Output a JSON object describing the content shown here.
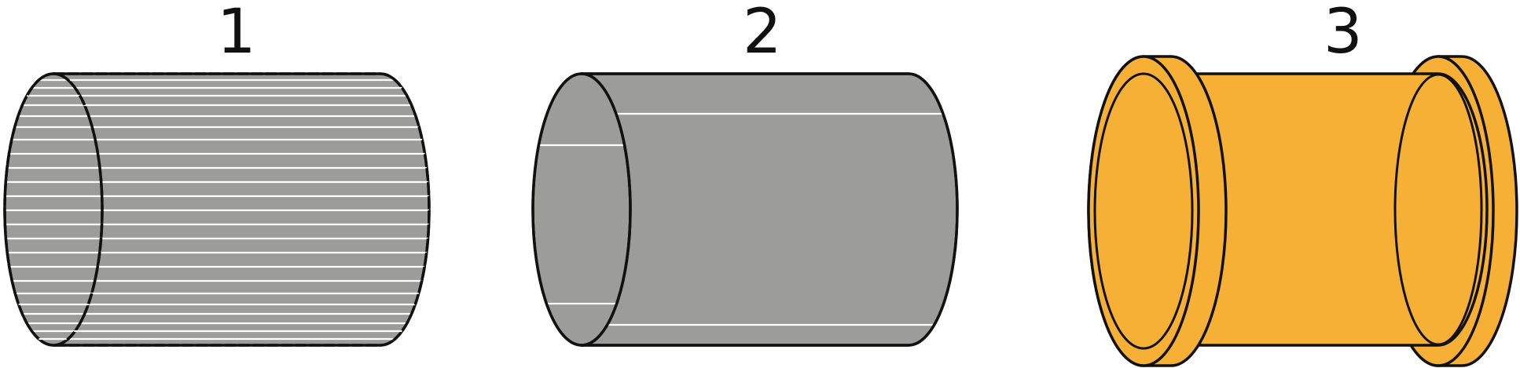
{
  "figures": [
    {
      "number": "1",
      "lines": "dense",
      "fill": "gray"
    },
    {
      "number": "2",
      "lines": "sparse",
      "fill": "gray"
    },
    {
      "number": "3",
      "lines": "none",
      "fill": "orange",
      "flanged": true
    }
  ],
  "colors": {
    "gray": "#9c9c9b",
    "orange": "#f7b036",
    "outline": "#111111",
    "stripe": "#ffffff"
  }
}
